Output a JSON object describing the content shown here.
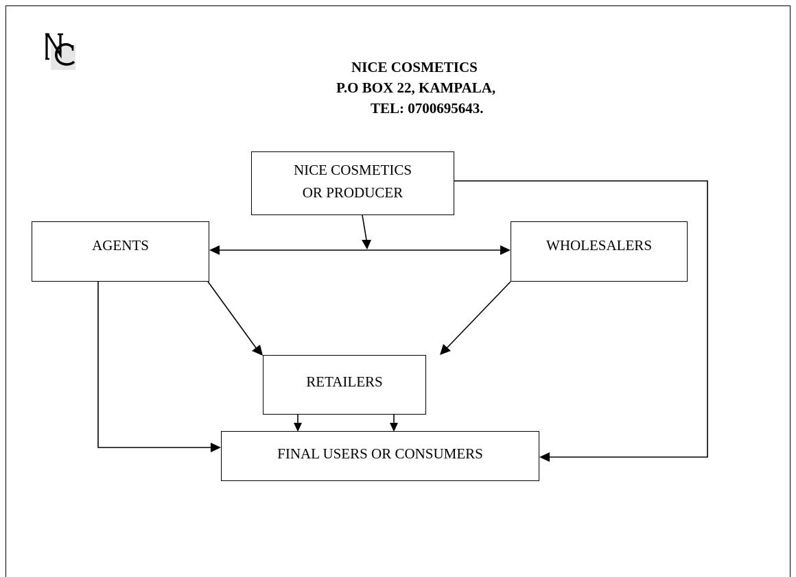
{
  "logo": {
    "text": "NC"
  },
  "header": {
    "line1": "NICE COSMETICS",
    "line2": "P.O BOX 22, KAMPALA,",
    "line3": "TEL: 0700695643."
  },
  "nodes": {
    "producer": {
      "line1": "NICE COSMETICS",
      "line2": "OR PRODUCER"
    },
    "agents": {
      "label": "AGENTS"
    },
    "wholesalers": {
      "label": "WHOLESALERS"
    },
    "retailers": {
      "label": "RETAILERS"
    },
    "consumers": {
      "label": "FINAL USERS OR CONSUMERS"
    }
  },
  "edges": [
    {
      "from": "producer",
      "to": "agents-wholesalers-line"
    },
    {
      "from": "producer",
      "to": "agents"
    },
    {
      "from": "producer",
      "to": "wholesalers"
    },
    {
      "from": "agents",
      "to": "retailers"
    },
    {
      "from": "wholesalers",
      "to": "retailers"
    },
    {
      "from": "retailers",
      "to": "consumers"
    },
    {
      "from": "agents",
      "to": "consumers"
    },
    {
      "from": "producer",
      "to": "consumers"
    }
  ],
  "colors": {
    "stroke": "#000000",
    "background": "#ffffff"
  }
}
